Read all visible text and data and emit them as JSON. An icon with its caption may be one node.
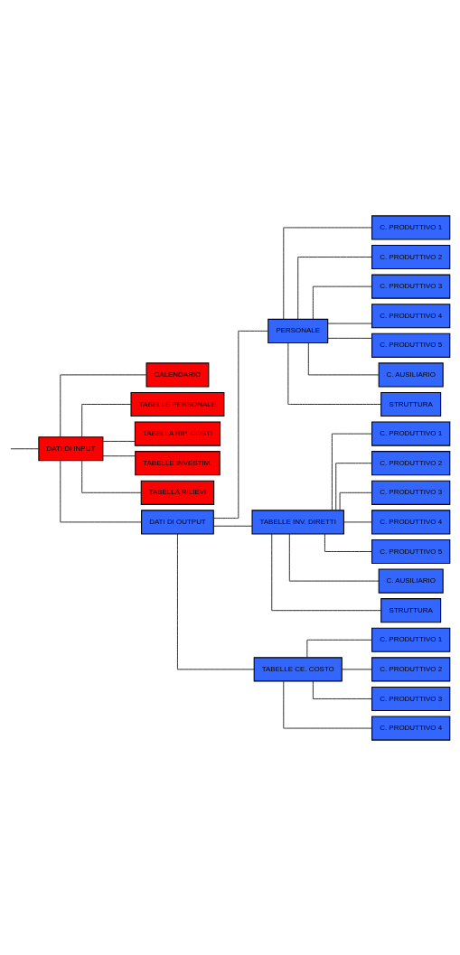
{
  "diagram": {
    "nodes": [
      {
        "text": [
          "DATI DI INPUT"
        ]
      },
      {
        "text": [
          "CALENDARIO"
        ]
      },
      {
        "text": [
          "TABELLE PERSONALE"
        ]
      },
      {
        "text": [
          "TABELLA RIP. COSTI"
        ]
      },
      {
        "text": [
          "TABELLE INVESTIM."
        ]
      },
      {
        "text": [
          "TABELLA RILIEVI"
        ]
      },
      {
        "text": [
          "DATI DI OUTPUT"
        ]
      },
      {
        "text": [
          "PERSONALE"
        ]
      },
      {
        "text": [
          "C. PRODUTTIVO 1"
        ]
      },
      {
        "text": [
          "C. PRODUTTIVO 2"
        ]
      },
      {
        "text": [
          "C. PRODUTTIVO 3"
        ]
      },
      {
        "text": [
          "C. PRODUTTIVO 4"
        ]
      },
      {
        "text": [
          "C. PRODUTTIVO 5"
        ]
      },
      {
        "text": [
          "C. AUSILIARIO"
        ]
      },
      {
        "text": [
          "STRUTTURA"
        ]
      },
      {
        "text": [
          "TABELLE INV. DIRETTI"
        ]
      },
      {
        "text": [
          "C. PRODUTTIVO 1"
        ]
      },
      {
        "text": [
          "C. PRODUTTIVO 2"
        ]
      },
      {
        "text": [
          "C. PRODUTTIVO 3"
        ]
      },
      {
        "text": [
          "C. PRODUTTIVO 4"
        ]
      },
      {
        "text": [
          "C. PRODUTTIVO 5"
        ]
      },
      {
        "text": [
          "C. AUSILIARIO"
        ]
      },
      {
        "text": [
          "STRUTTURA"
        ]
      },
      {
        "text": [
          "TABELLE CE. COSTO"
        ]
      },
      {
        "text": [
          "C. PRODUTTIVO 1"
        ]
      },
      {
        "text": [
          "C. PRODUTTIVO 2"
        ]
      },
      {
        "text": [
          "C. PRODUTTIVO 3"
        ]
      },
      {
        "text": [
          "C. PRODUTTIVO 4"
        ]
      }
    ],
    "edges": [
      {
        "from": null,
        "to": 0,
        "arrow": "none"
      },
      {
        "from": 0,
        "to": 1,
        "arrow": "none"
      },
      {
        "from": 0,
        "to": 2,
        "arrow": "none"
      },
      {
        "from": 0,
        "to": 3,
        "arrow": "none"
      },
      {
        "from": 0,
        "to": 4,
        "arrow": "none"
      },
      {
        "from": 0,
        "to": 5,
        "arrow": "none"
      },
      {
        "from": 0,
        "to": 6,
        "arrow": "none"
      },
      {
        "from": 6,
        "to": 7,
        "arrow": "none"
      },
      {
        "from": 7,
        "to": 8,
        "arrow": "none"
      },
      {
        "from": 7,
        "to": 9,
        "arrow": "none"
      },
      {
        "from": 7,
        "to": 10,
        "arrow": "none"
      },
      {
        "from": 7,
        "to": 11,
        "arrow": "none"
      },
      {
        "from": 7,
        "to": 12,
        "arrow": "none"
      },
      {
        "from": 7,
        "to": 13,
        "arrow": "none"
      },
      {
        "from": 7,
        "to": 14,
        "arrow": "none"
      },
      {
        "from": 6,
        "to": 15,
        "arrow": "none"
      },
      {
        "from": 15,
        "to": 16,
        "arrow": "none"
      },
      {
        "from": 15,
        "to": 17,
        "arrow": "none"
      },
      {
        "from": 15,
        "to": 18,
        "arrow": "none"
      },
      {
        "from": 15,
        "to": 19,
        "arrow": "none"
      },
      {
        "from": 15,
        "to": 20,
        "arrow": "none"
      },
      {
        "from": 15,
        "to": 21,
        "arrow": "none"
      },
      {
        "from": 15,
        "to": 22,
        "arrow": "none"
      },
      {
        "from": 6,
        "to": 23,
        "arrow": "none"
      },
      {
        "from": 23,
        "to": 24,
        "arrow": "none"
      },
      {
        "from": 23,
        "to": 25,
        "arrow": "none"
      },
      {
        "from": 23,
        "to": 26,
        "arrow": "none"
      },
      {
        "from": 23,
        "to": 27,
        "arrow": "none"
      }
    ]
  }
}
